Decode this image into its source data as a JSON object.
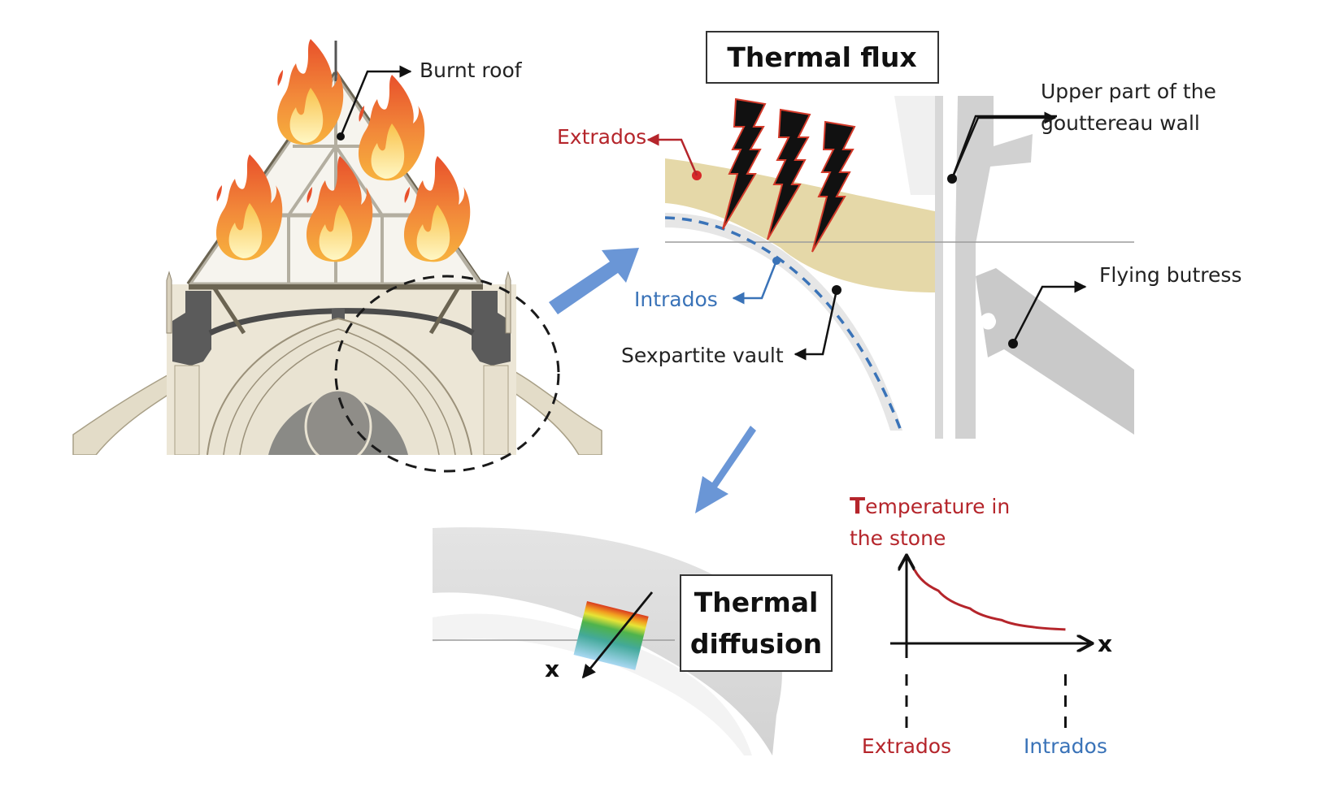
{
  "figure": {
    "labels": {
      "burnt_roof": "Burnt roof",
      "thermal_flux": "Thermal flux",
      "extrados": "Extrados",
      "intrados": "Intrados",
      "sexpartite_vault": "Sexpartite vault",
      "upper_wall_line1": "Upper part of the",
      "upper_wall_line2": "gouttereau wall",
      "flying_butress": "Flying butress",
      "thermal_diffusion_line1": "Thermal",
      "thermal_diffusion_line2": "diffusion",
      "x_axis_section": "x"
    },
    "colors": {
      "flow_arrow": "#6a96d6",
      "extrados_red": "#b5252b",
      "intrados_blue": "#3a73b8",
      "stone_beige": "#e5d8a8",
      "cathedral_fill": "#ece6d6",
      "roof_frame": "#6b6452",
      "wall_dark": "#5b5b5b",
      "scan_gray": "#cfcfcf"
    },
    "panels": [
      "cathedral-section-with-fire",
      "vault-detail-thermal-flux",
      "vault-thermal-diffusion",
      "temperature-profile-sketch"
    ]
  },
  "chart_data": {
    "type": "line",
    "title": "Temperature in the stone",
    "xlabel": "x",
    "ylabel": "Temperature in the stone",
    "x_tick_labels": [
      "Extrados",
      "Intrados"
    ],
    "x_tick_colors": [
      "#b5252b",
      "#3a73b8"
    ],
    "series": [
      {
        "name": "Temperature",
        "color": "#b5252b",
        "description": "qualitative exponential decay from high at extrados to low at intrados",
        "x": [
          0.05,
          0.2,
          0.4,
          0.6,
          0.8,
          1.0
        ],
        "y": [
          0.95,
          0.68,
          0.45,
          0.3,
          0.21,
          0.18
        ]
      }
    ],
    "xlim": [
      0,
      1.1
    ],
    "ylim": [
      0,
      1.1
    ],
    "grid": false,
    "legend": "none"
  }
}
